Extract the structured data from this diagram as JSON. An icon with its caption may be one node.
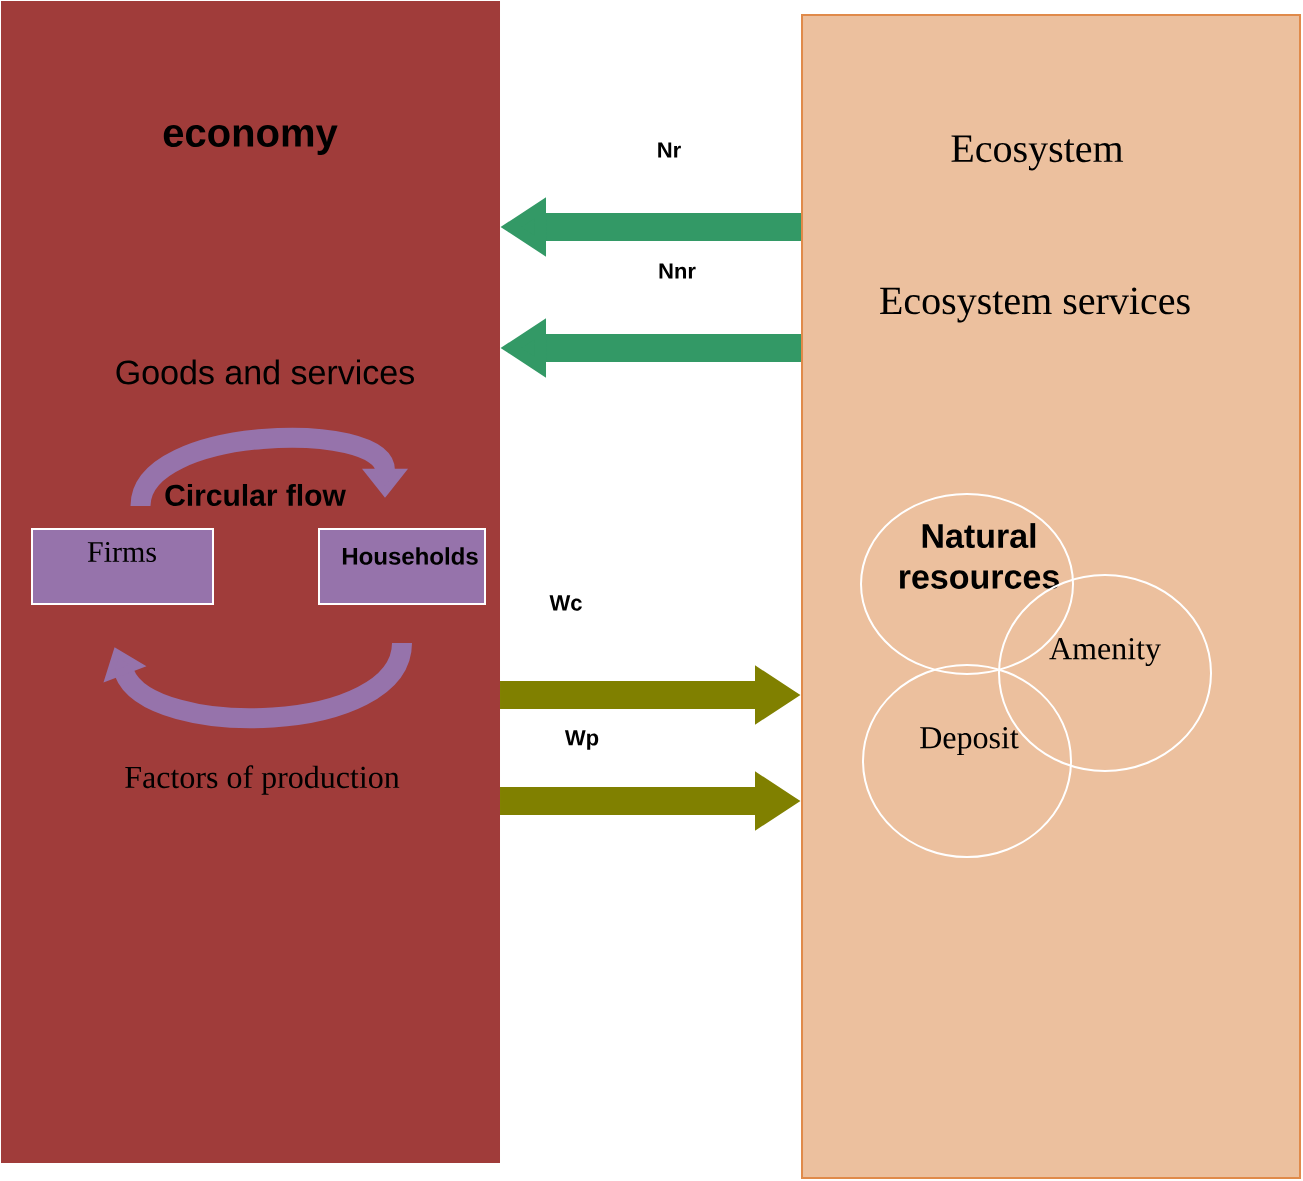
{
  "diagram": {
    "nodes": [
      {
        "text": [
          "economy"
        ]
      },
      {
        "text": [
          "Firms"
        ],
        "in": 0
      },
      {
        "text": [
          "Households"
        ],
        "in": 0
      },
      {
        "text": [
          "Ecosystem",
          "Ecosystem services"
        ]
      },
      {
        "text": [
          "Natural resources"
        ],
        "in": 3
      },
      {
        "text": [
          "Amenity"
        ],
        "in": 3
      },
      {
        "text": [
          "Deposit"
        ],
        "in": 3
      }
    ],
    "edges": [
      {
        "from": 1,
        "to": 2,
        "arrow": "to",
        "label": "Goods and services",
        "color": "#9673ab"
      },
      {
        "from": 2,
        "to": 1,
        "arrow": "to",
        "label": "Factors of production",
        "color": "#9673ab"
      },
      {
        "from": 3,
        "to": 0,
        "arrow": "to",
        "label": "Nr",
        "color": "#339966"
      },
      {
        "from": 3,
        "to": 0,
        "arrow": "to",
        "label": "Nnr",
        "color": "#339966"
      },
      {
        "from": 0,
        "to": 3,
        "arrow": "to",
        "label": "Wc",
        "color": "#808000"
      },
      {
        "from": 0,
        "to": 3,
        "arrow": "to",
        "label": "Wp",
        "color": "#808000"
      }
    ],
    "labels": [
      "Circular flow"
    ]
  }
}
